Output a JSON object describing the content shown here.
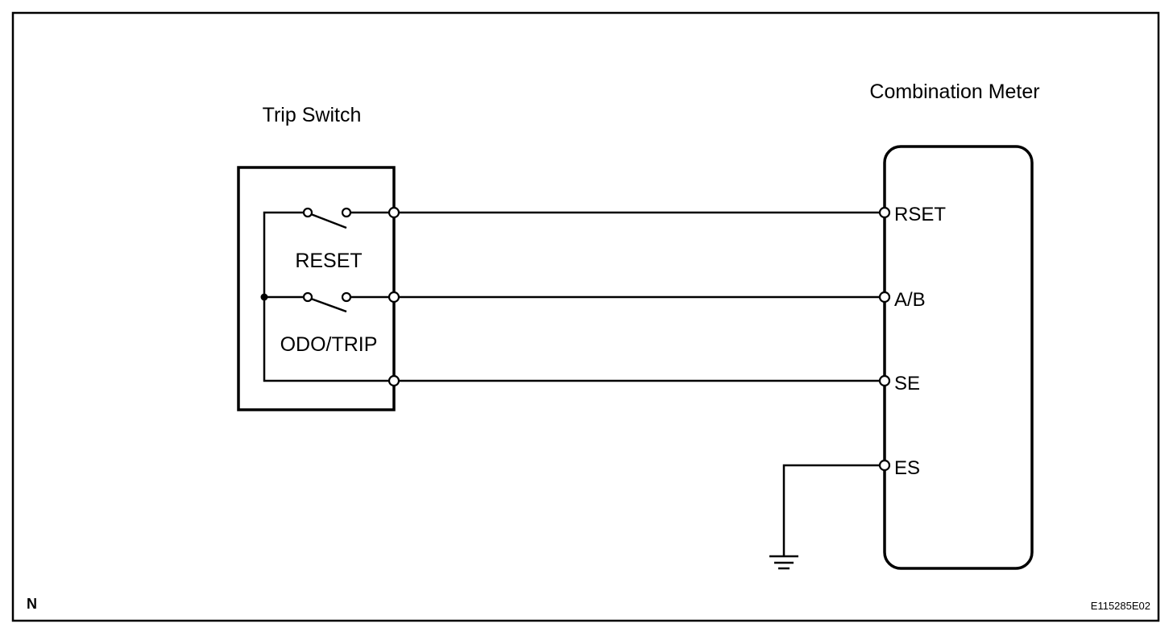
{
  "diagram": {
    "trip_switch": {
      "title": "Trip Switch",
      "switches": [
        "RESET",
        "ODO/TRIP"
      ]
    },
    "combination_meter": {
      "title": "Combination Meter",
      "terminals": [
        "RSET",
        "A/B",
        "SE",
        "ES"
      ]
    },
    "corner_label": "N",
    "figure_code": "E115285E02",
    "colors": {
      "line": "#000000",
      "background": "#ffffff"
    },
    "icons": [
      "ground-symbol-icon",
      "switch-contact-icon"
    ]
  }
}
